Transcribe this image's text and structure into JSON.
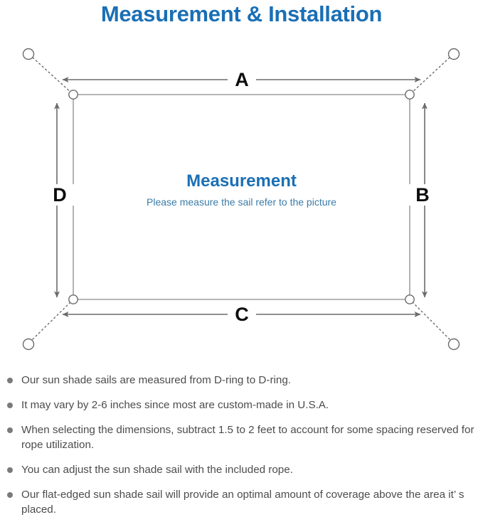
{
  "page": {
    "title": "Measurement & Installation",
    "title_color": "#1a6fb5"
  },
  "diagram": {
    "center_title": "Measurement",
    "center_subtitle": "Please measure the sail refer to the picture",
    "center_title_color": "#1a6fb5",
    "center_subtitle_color": "#3b7ba7",
    "line_color": "#6b6b6b",
    "sail_border_color": "#8a8a8a",
    "labels": {
      "top": "A",
      "right": "B",
      "bottom": "C",
      "left": "D"
    },
    "icons": {
      "anchor": "anchor-circle-icon",
      "d_ring": "d-ring-icon",
      "rope": "dotted-rope-line-icon",
      "dimension_arrow": "double-headed-arrow-icon"
    }
  },
  "notes": [
    "Our sun shade sails are measured from D-ring to D-ring.",
    "It may vary by 2-6 inches since most are custom-made in U.S.A.",
    "When selecting the dimensions, subtract 1.5 to 2 feet to account for some spacing reserved for rope utilization.",
    "You can adjust the sun shade sail with the included rope.",
    "Our flat-edged sun shade sail will provide an optimal amount of coverage above the area it’  s placed."
  ]
}
